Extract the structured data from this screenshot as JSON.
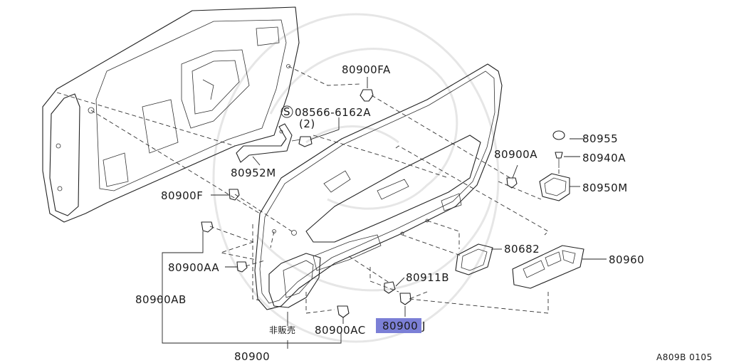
{
  "diagram_ref": "A809B 0105",
  "note_not_sold": "非販売",
  "highlight_color": "#7b7fd6",
  "parts": {
    "p80900FA": "80900FA",
    "p08566": "08566-6162A",
    "p08566_qty": "(2)",
    "p08566_prefix": "S",
    "p80955": "80955",
    "p80940A": "80940A",
    "p80900A": "80900A",
    "p80950M": "80950M",
    "p80952M": "80952M",
    "p80900F": "80900F",
    "p80682": "80682",
    "p80960": "80960",
    "p80900AA": "80900AA",
    "p80911B": "80911B",
    "p80900AB": "80900AB",
    "p80900J_hl": "80900",
    "p80900J_suffix": "J",
    "p80900AC": "80900AC",
    "p80900": "80900"
  }
}
